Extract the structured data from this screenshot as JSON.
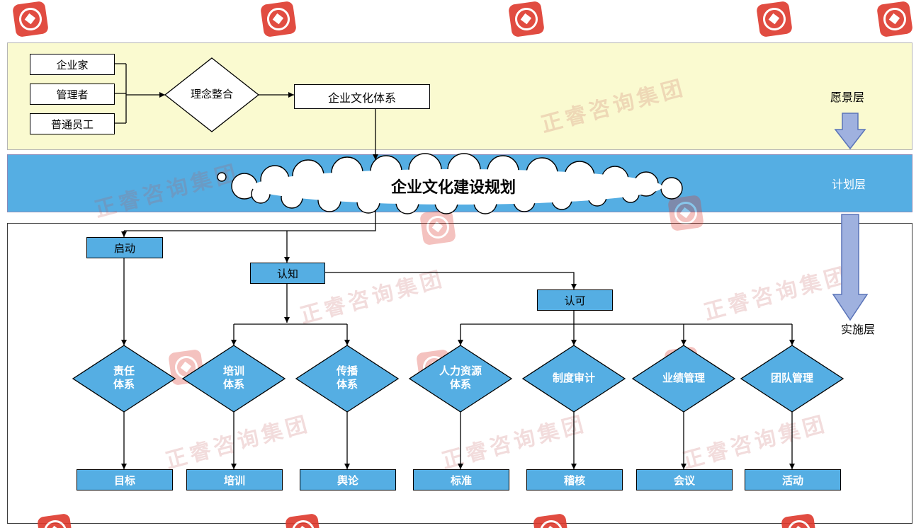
{
  "colors": {
    "node_blue": "#55AEE3",
    "vision_yellow": "#FAFAD0",
    "block_arrow_fill": "#9FB1DF",
    "block_arrow_stroke": "#5A74B8",
    "watermark_red": "#DE392D"
  },
  "layers": {
    "vision": "愿景层",
    "plan": "计划层",
    "implementation": "实施层"
  },
  "vision_section": {
    "sources": [
      "企业家",
      "管理者",
      "普通员工"
    ],
    "integration": "理念整合",
    "system": "企业文化体系"
  },
  "plan_section": {
    "cloud": "企业文化建设规划"
  },
  "implementation_section": {
    "start": "启动",
    "cognition": "认知",
    "recognition": "认可",
    "systems": [
      "责任\n体系",
      "培训\n体系",
      "传播\n体系",
      "人力资源\n体系",
      "制度审计",
      "业绩管理",
      "团队管理"
    ],
    "outputs": [
      "目标",
      "培训",
      "舆论",
      "标准",
      "稽核",
      "会议",
      "活动"
    ]
  },
  "watermark": {
    "text": "正睿咨询集团"
  }
}
